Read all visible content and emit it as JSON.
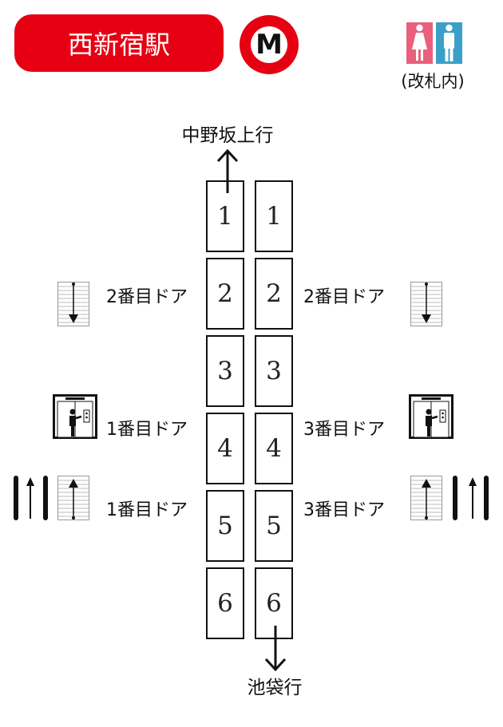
{
  "header": {
    "station_name": "西新宿駅",
    "line_logo_letter": "M"
  },
  "toilet": {
    "label": "(改札内)",
    "colors": {
      "women": "#e8607c",
      "men": "#3aa0c8"
    }
  },
  "directions": {
    "north": "中野坂上行",
    "south": "池袋行"
  },
  "train": {
    "left_cars": [
      "1",
      "2",
      "3",
      "4",
      "5",
      "6"
    ],
    "right_cars": [
      "1",
      "2",
      "3",
      "4",
      "5",
      "6"
    ]
  },
  "facilities": {
    "left": [
      {
        "type": "escalator-down-icon",
        "label": "2番目ドア"
      },
      {
        "type": "elevator-icon",
        "label": "1番目ドア"
      },
      {
        "type": "escalator-up-with-stairs-icon",
        "label": "1番目ドア"
      }
    ],
    "right": [
      {
        "type": "escalator-down-icon",
        "label": "2番目ドア"
      },
      {
        "type": "elevator-icon",
        "label": "3番目ドア"
      },
      {
        "type": "escalator-up-with-stairs-icon",
        "label": "3番目ドア"
      }
    ]
  },
  "colors": {
    "accent": "#e60012",
    "line": "#111111"
  }
}
